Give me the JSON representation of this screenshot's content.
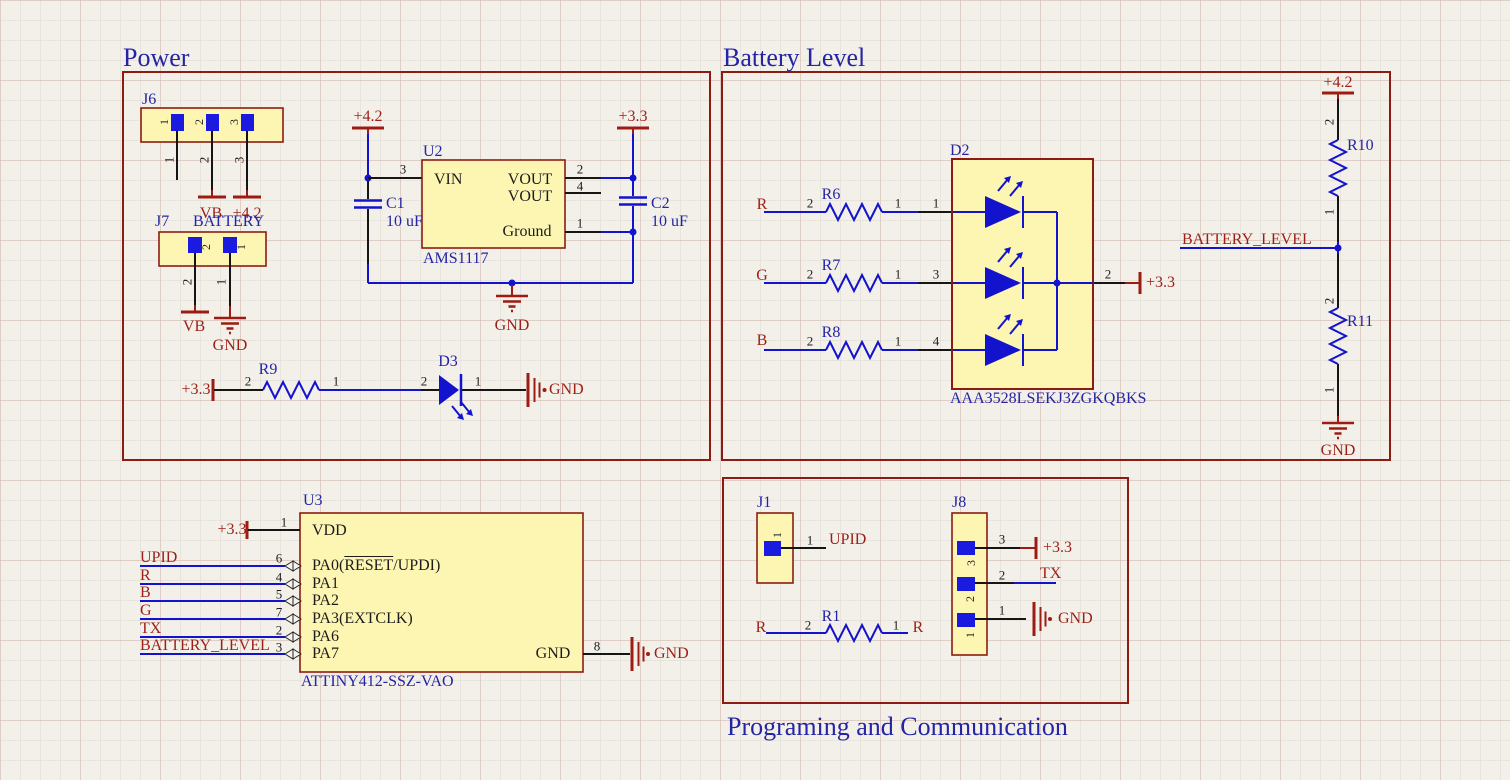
{
  "sections": {
    "power": {
      "title": "Power"
    },
    "battery": {
      "title": "Battery Level"
    },
    "prog": {
      "title": "Programing and Communication"
    }
  },
  "nets": {
    "gnd": "GND",
    "p33": "+3.3",
    "p42": "+4.2",
    "vb": "VB",
    "r": "R",
    "g": "G",
    "b": "B",
    "tx": "TX",
    "upid": "UPID",
    "battery_level": "BATTERY_LEVEL"
  },
  "pins": {
    "p1": "1",
    "p2": "2",
    "p3": "3",
    "p4": "4",
    "p5": "5",
    "p6": "6",
    "p7": "7",
    "p8": "8"
  },
  "components": {
    "j6": {
      "ref": "J6"
    },
    "j7": {
      "ref": "J7",
      "label": "BATTERY"
    },
    "u2": {
      "ref": "U2",
      "part": "AMS1117",
      "pins": {
        "vin": "VIN",
        "vout": "VOUT",
        "ground": "Ground"
      }
    },
    "c1": {
      "ref": "C1",
      "value": "10 uF"
    },
    "c2": {
      "ref": "C2",
      "value": "10 uF"
    },
    "r9": {
      "ref": "R9"
    },
    "d3": {
      "ref": "D3"
    },
    "r6": {
      "ref": "R6"
    },
    "r7": {
      "ref": "R7"
    },
    "r8": {
      "ref": "R8"
    },
    "d2": {
      "ref": "D2",
      "part": "AAA3528LSEKJ3ZGKQBKS"
    },
    "r10": {
      "ref": "R10"
    },
    "r11": {
      "ref": "R11"
    },
    "u3": {
      "ref": "U3",
      "part": "ATTINY412-SSZ-VAO",
      "pins": {
        "vdd": "VDD",
        "pa0_pre": "PA0(",
        "pa0_res": "RESET",
        "pa0_post": "/UPDI)",
        "pa1": "PA1",
        "pa2": "PA2",
        "pa3": "PA3(EXTCLK)",
        "pa6": "PA6",
        "pa7": "PA7",
        "gnd": "GND"
      }
    },
    "j1": {
      "ref": "J1"
    },
    "j8": {
      "ref": "J8"
    },
    "r1": {
      "ref": "R1"
    }
  },
  "colors": {
    "section_border": "#8c1c12",
    "component_fill": "#fcf6b2",
    "wire": "#1313cd",
    "pin_line": "#151515",
    "power_net": "#9c1c13",
    "net_label": "#9c1f16",
    "designator": "#2424a4",
    "pad_square": "#1b1bdf",
    "background": "#f3f0ea"
  }
}
